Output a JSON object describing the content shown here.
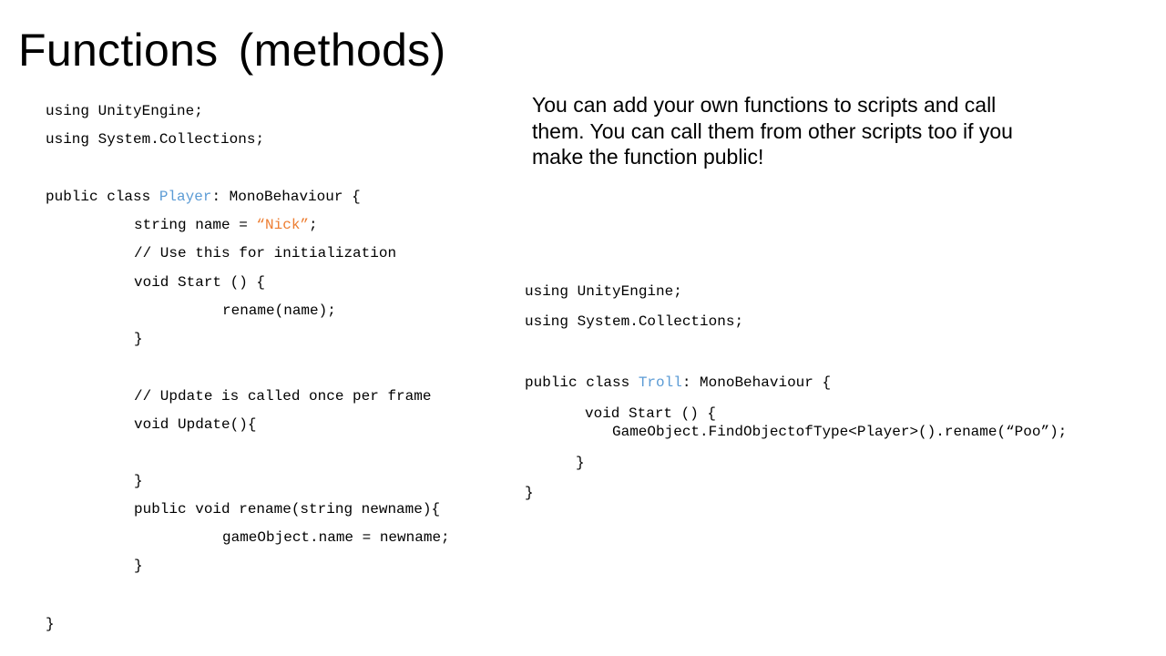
{
  "slide": {
    "title": "Functions (methods)",
    "description": "You can add your own functions to scripts and call them. You can call them from other scripts too if you make the function public!"
  },
  "colors": {
    "text": "#000000",
    "class_name": "#5b9bd5",
    "string_literal": "#ed7d31",
    "background": "#ffffff"
  },
  "player_script": {
    "lines": [
      {
        "indent": 0,
        "segments": [
          {
            "text": "using UnityEngine;"
          }
        ]
      },
      {
        "indent": 0,
        "segments": [
          {
            "text": "using System.Collections;"
          }
        ]
      },
      {
        "indent": 0,
        "segments": [
          {
            "text": "public class "
          },
          {
            "text": "Player",
            "style": "type"
          },
          {
            "text": ": MonoBehaviour {"
          }
        ]
      },
      {
        "indent": 1,
        "segments": [
          {
            "text": "string name = "
          },
          {
            "text": "“Nick”",
            "style": "string"
          },
          {
            "text": ";"
          }
        ]
      },
      {
        "indent": 1,
        "segments": [
          {
            "text": "// Use this for initialization"
          }
        ]
      },
      {
        "indent": 1,
        "segments": [
          {
            "text": "void Start () {"
          }
        ]
      },
      {
        "indent": 2,
        "segments": [
          {
            "text": "rename(name);"
          }
        ]
      },
      {
        "indent": 1,
        "segments": [
          {
            "text": "}"
          }
        ]
      },
      {
        "indent": 1,
        "segments": [
          {
            "text": "// Update is called once per frame"
          }
        ]
      },
      {
        "indent": 1,
        "segments": [
          {
            "text": "void Update(){"
          }
        ]
      },
      {
        "indent": 1,
        "segments": [
          {
            "text": "}"
          }
        ]
      },
      {
        "indent": 1,
        "segments": [
          {
            "text": "public void rename(string newname){"
          }
        ]
      },
      {
        "indent": 2,
        "segments": [
          {
            "text": "gameObject.name = newname;"
          }
        ]
      },
      {
        "indent": 1,
        "segments": [
          {
            "text": "}"
          }
        ]
      },
      {
        "indent": 0,
        "segments": [
          {
            "text": "}"
          }
        ]
      }
    ]
  },
  "troll_script": {
    "lines": [
      {
        "indent": 0,
        "segments": [
          {
            "text": "using UnityEngine;"
          }
        ]
      },
      {
        "indent": 0,
        "segments": [
          {
            "text": "using System.Collections;"
          }
        ]
      },
      {
        "indent": 0,
        "segments": [
          {
            "text": "public class "
          },
          {
            "text": "Troll",
            "style": "type"
          },
          {
            "text": ": MonoBehaviour {"
          }
        ]
      },
      {
        "indent": 1,
        "segments": [
          {
            "text": "void Start () {"
          }
        ]
      },
      {
        "indent": 2,
        "segments": [
          {
            "text": "GameObject.FindObjectofType<Player>().rename(“Poo”);"
          }
        ]
      },
      {
        "indent": 1,
        "segments": [
          {
            "text": "}"
          }
        ]
      },
      {
        "indent": 0,
        "segments": [
          {
            "text": "}"
          }
        ]
      }
    ]
  }
}
